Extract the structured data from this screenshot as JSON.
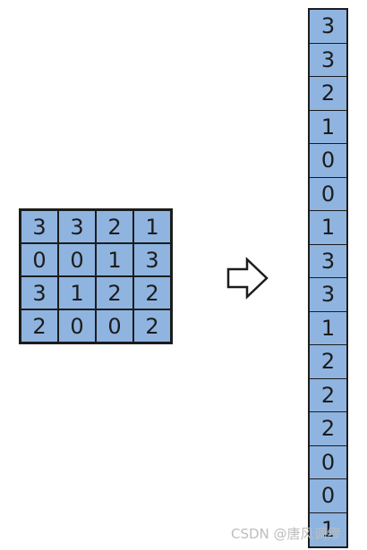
{
  "matrix": [
    [
      "3",
      "3",
      "2",
      "1"
    ],
    [
      "0",
      "0",
      "1",
      "3"
    ],
    [
      "3",
      "1",
      "2",
      "2"
    ],
    [
      "2",
      "0",
      "0",
      "2"
    ]
  ],
  "column": [
    "3",
    "3",
    "2",
    "1",
    "0",
    "0",
    "1",
    "3",
    "3",
    "1",
    "2",
    "2",
    "2",
    "0",
    "0",
    "1"
  ],
  "watermark": "CSDN @唐风调缪",
  "colors": {
    "cell_fill": "#8fb4e0",
    "border": "#1c1c1c",
    "watermark": "#bdbdbd"
  },
  "icons": {
    "arrow": "right-arrow-outline-icon"
  }
}
